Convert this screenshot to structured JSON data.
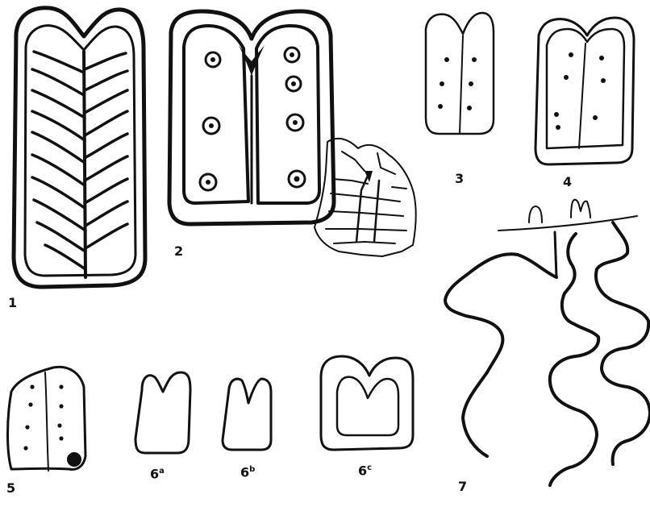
{
  "figures": [
    {
      "id": "1",
      "label": "1",
      "sup": ""
    },
    {
      "id": "2",
      "label": "2",
      "sup": ""
    },
    {
      "id": "3",
      "label": "3",
      "sup": ""
    },
    {
      "id": "4",
      "label": "4",
      "sup": ""
    },
    {
      "id": "5",
      "label": "5",
      "sup": ""
    },
    {
      "id": "6a",
      "label": "6",
      "sup": "a"
    },
    {
      "id": "6b",
      "label": "6",
      "sup": "b"
    },
    {
      "id": "6c",
      "label": "6",
      "sup": "c"
    },
    {
      "id": "7",
      "label": "7",
      "sup": ""
    }
  ],
  "style": {
    "ink_color": "#111111",
    "paper_color": "#ffffff"
  }
}
